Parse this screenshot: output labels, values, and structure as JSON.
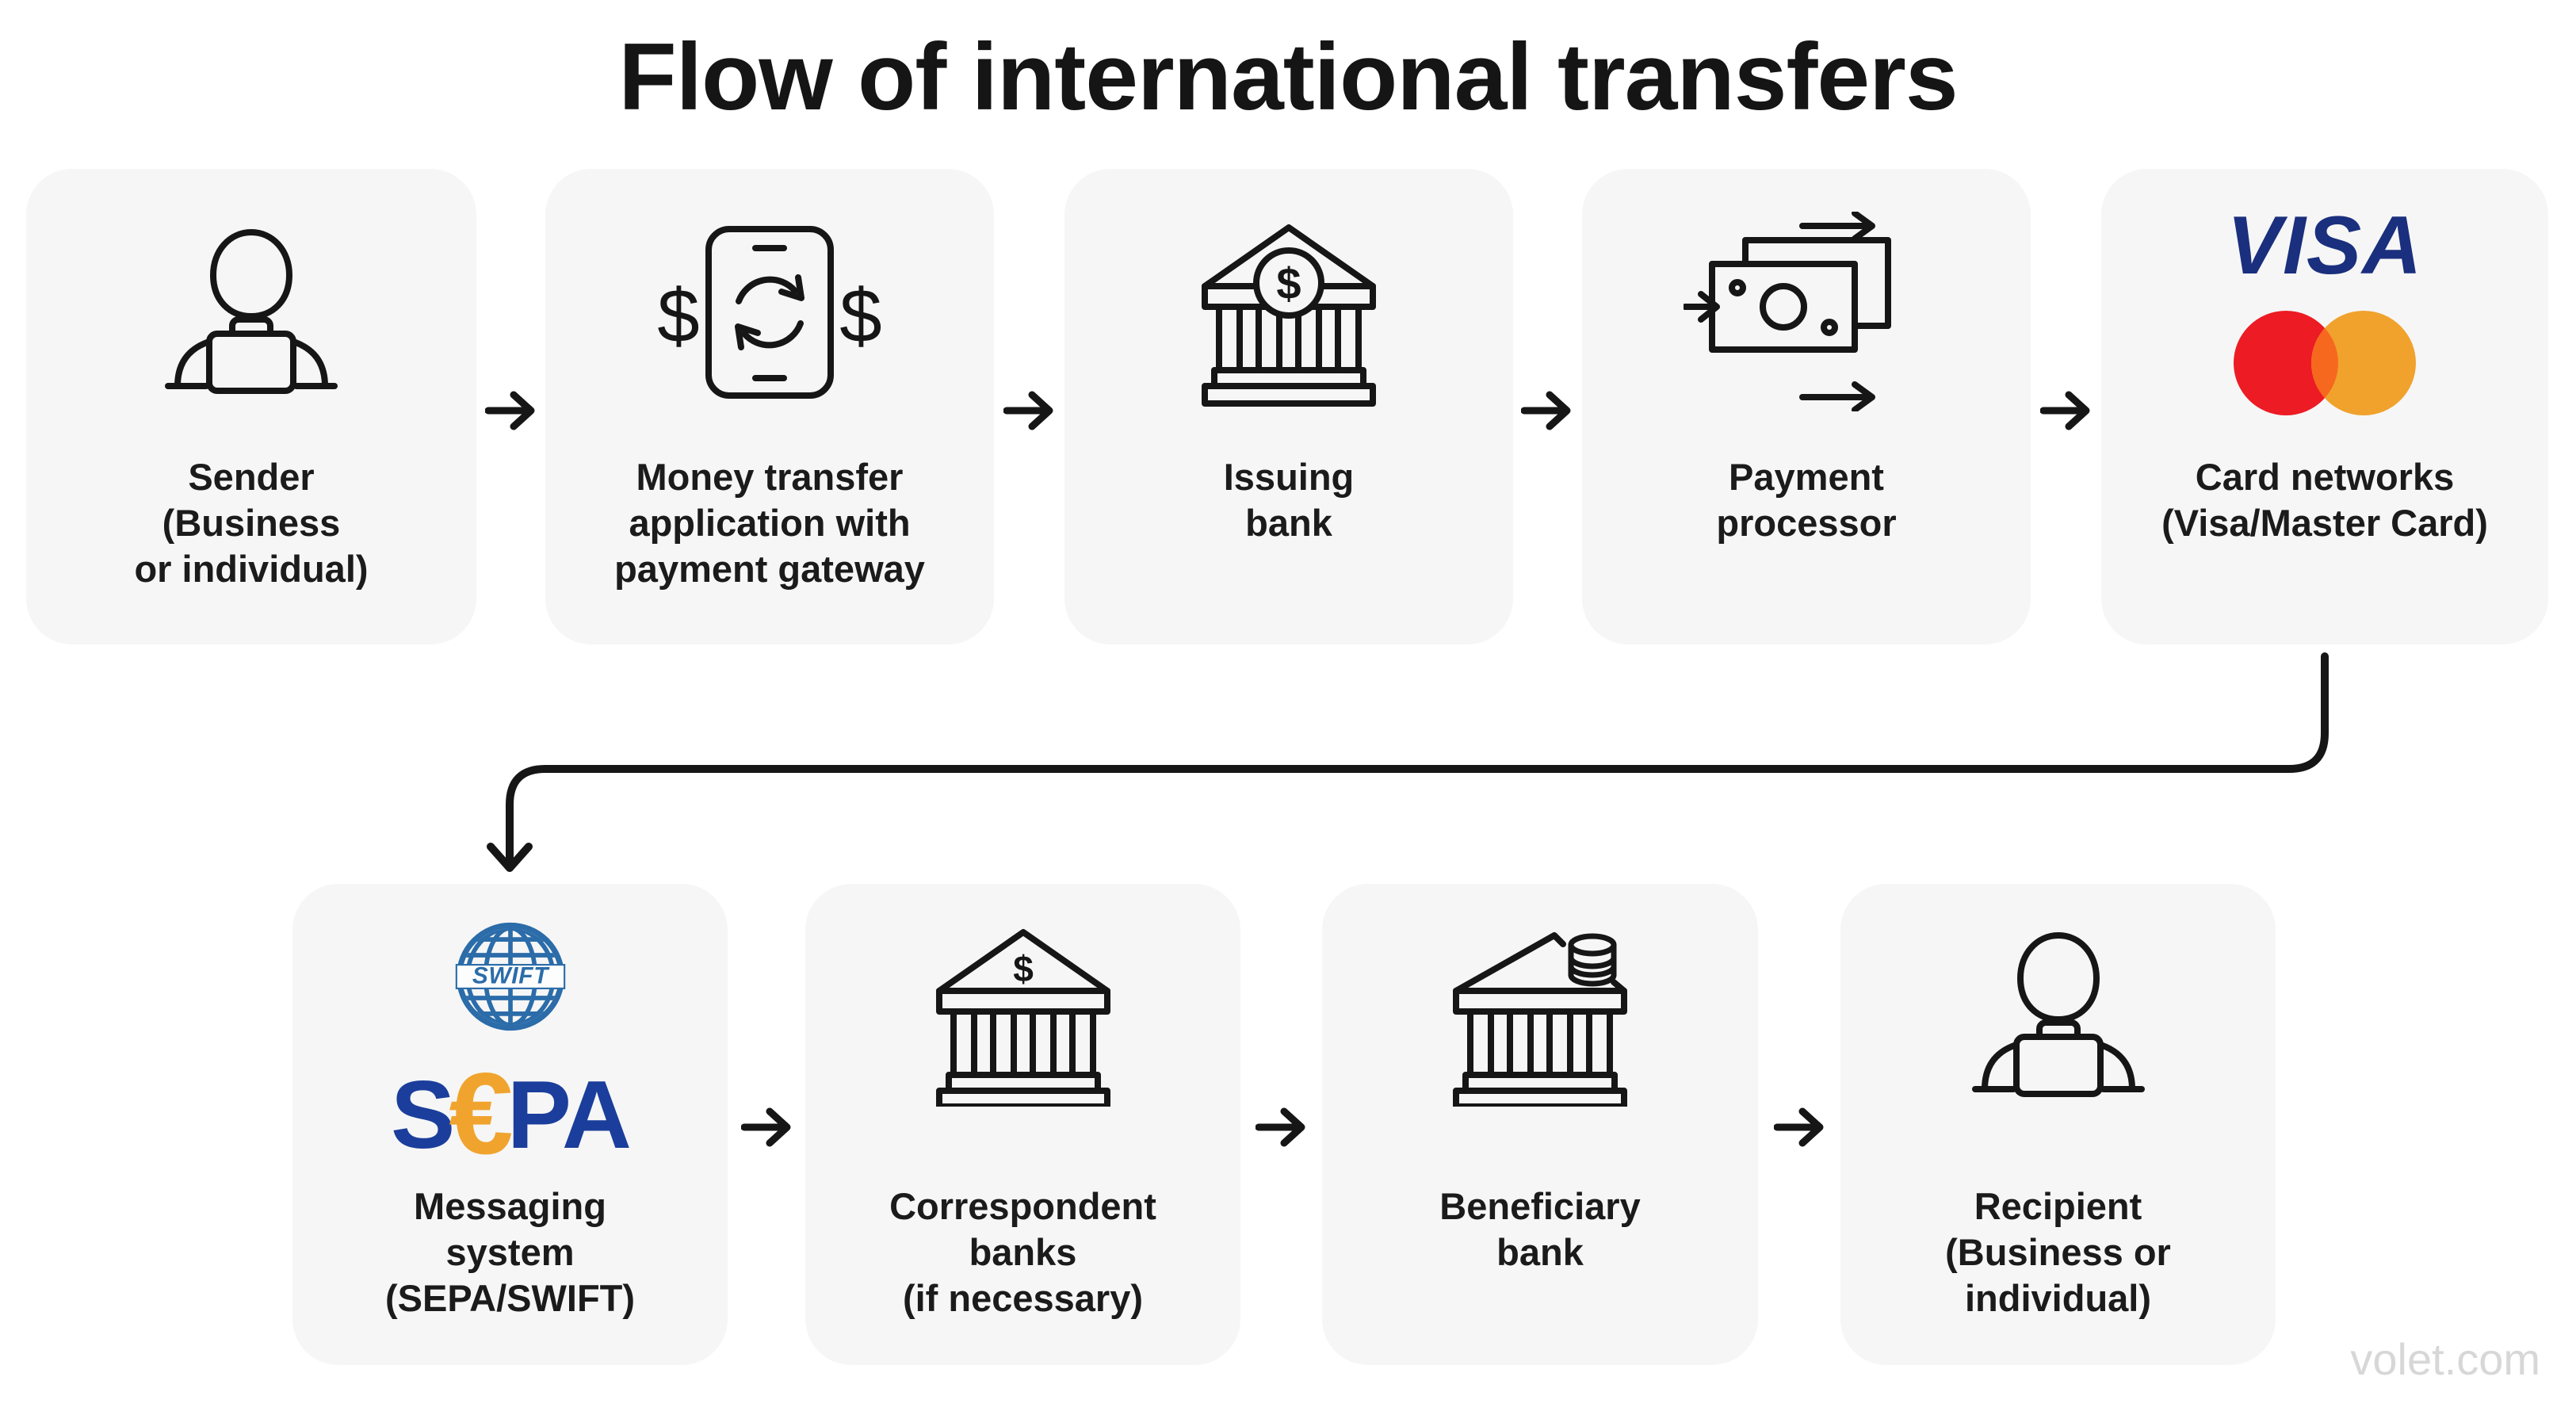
{
  "title": "Flow of international transfers",
  "watermark": "volet.com",
  "currency_symbol": "$",
  "logos": {
    "visa": "VISA",
    "swift": "SWIFT",
    "sepa": {
      "s": "S",
      "euro": "€",
      "pa": "PA"
    }
  },
  "colors": {
    "page_bg": "#ffffff",
    "card_bg": "#f6f6f6",
    "ink": "#161616",
    "title": "#151515",
    "text": "#1b1b1b",
    "visa_blue": "#1a2f7d",
    "mc_red": "#ec1b24",
    "mc_orange": "#f0a22d",
    "mc_overlap": "#f7681f",
    "swift_blue": "#2b6ca9",
    "sepa_blue": "#1b3e9c",
    "sepa_orange": "#f0a42e",
    "watermark": "#d7d7d7"
  },
  "row1": [
    {
      "name": "sender",
      "icon": "person-briefcase-icon",
      "lines": [
        "Sender",
        "(Business",
        "or individual)"
      ]
    },
    {
      "name": "money-transfer-application",
      "icon": "phone-transfer-icon",
      "lines": [
        "Money transfer",
        "application with",
        "payment gateway"
      ]
    },
    {
      "name": "issuing-bank",
      "icon": "bank-dollar-icon",
      "lines": [
        "Issuing",
        "bank"
      ]
    },
    {
      "name": "payment-processor",
      "icon": "banknotes-arrows-icon",
      "lines": [
        "Payment",
        "processor"
      ]
    },
    {
      "name": "card-networks",
      "icon": "visa-mastercard-logos",
      "lines": [
        "Card networks",
        "(Visa/Master Card)"
      ]
    }
  ],
  "row2": [
    {
      "name": "messaging-system",
      "icon": "swift-sepa-logos",
      "lines": [
        "Messaging",
        "system",
        "(SEPA/SWIFT)"
      ]
    },
    {
      "name": "correspondent-banks",
      "icon": "bank-icon",
      "lines": [
        "Correspondent",
        "banks",
        "(if necessary)"
      ]
    },
    {
      "name": "beneficiary-bank",
      "icon": "bank-coins-icon",
      "lines": [
        "Beneficiary",
        "bank"
      ]
    },
    {
      "name": "recipient",
      "icon": "person-briefcase-icon",
      "lines": [
        "Recipient",
        "(Business or",
        "individual)"
      ]
    }
  ]
}
